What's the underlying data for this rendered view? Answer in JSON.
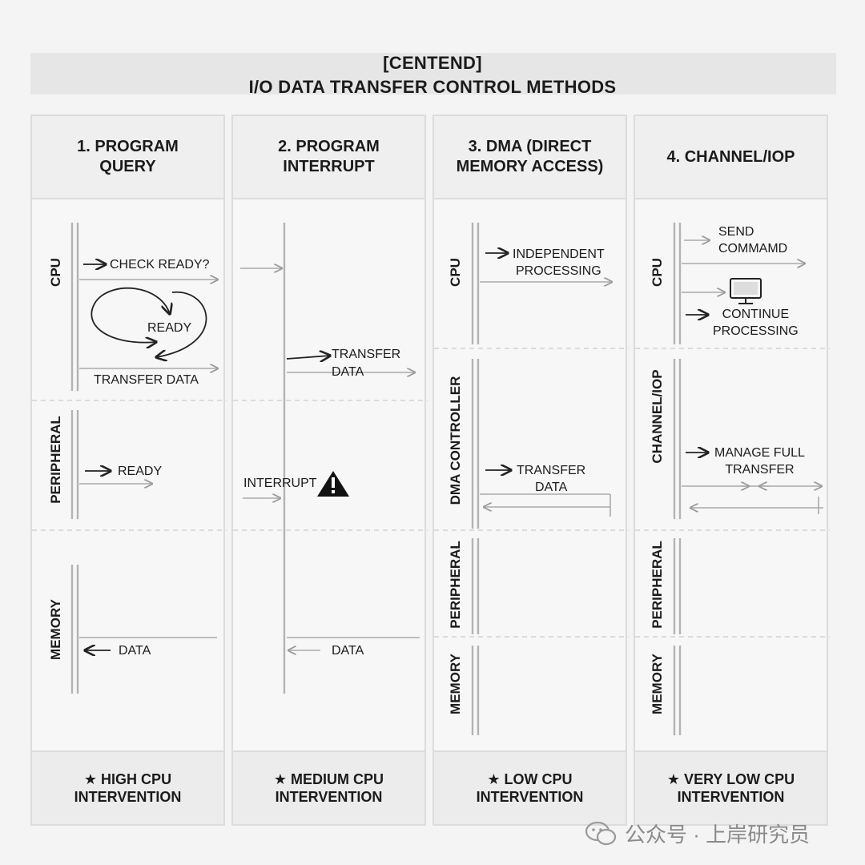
{
  "header": {
    "line1": "[CENTEND]",
    "line2": "I/O DATA TRANSFER CONTROL METHODS"
  },
  "columns": [
    {
      "title": "1. PROGRAM\nQUERY",
      "footer": "★ HIGH CPU\nINTERVENTION",
      "lanes": [
        "CPU",
        "PERIPHERAL",
        "MEMORY"
      ],
      "labels": [
        "CHECK READY?",
        "READY",
        "TRANSFER DATA",
        "READY",
        "DATA"
      ]
    },
    {
      "title": "2. PROGRAM\nINTERRUPT",
      "footer": "★ MEDIUM CPU\nINTERVENTION",
      "labels": [
        "TRANSFER\nDATA",
        "INTERRUPT",
        "DATA"
      ],
      "warning_icon": "warning-triangle-icon"
    },
    {
      "title": "3. DMA (DIRECT\nMEMORY ACCESS)",
      "footer": "★ LOW CPU\nINTERVENTION",
      "lanes": [
        "CPU",
        "DMA CONTROLLER",
        "PERIPHERAL",
        "MEMORY"
      ],
      "labels": [
        "INDEPENDENT\nPROCESSING",
        "TRANSFER\nDATA"
      ]
    },
    {
      "title": "4. CHANNEL/IOP",
      "footer": "★ VERY LOW CPU\nINTERVENTION",
      "lanes": [
        "CPU",
        "CHANNEL/IOP",
        "PERIPHERAL",
        "MEMORY"
      ],
      "labels": [
        "SEND\nCOMMAMD",
        "CONTINUE\nPROCESSING",
        "MANAGE FULL\nTRANSFER"
      ],
      "computer_icon": "computer-monitor-icon"
    }
  ],
  "watermark": "公众号 · 上岸研究员",
  "watermark_icon": "wechat-icon"
}
